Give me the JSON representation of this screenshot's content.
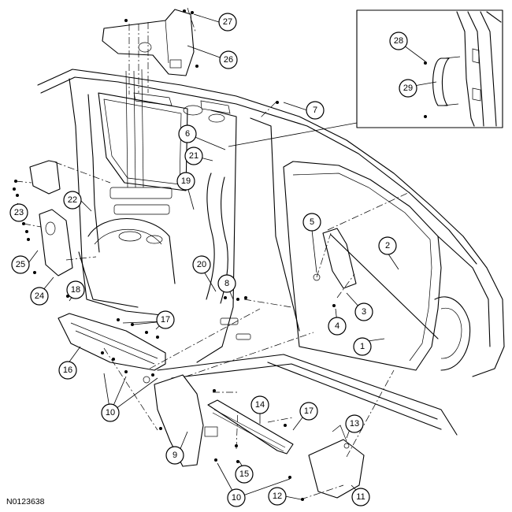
{
  "figure": {
    "id": "N0123638"
  },
  "callouts": [
    {
      "label": "1"
    },
    {
      "label": "2"
    },
    {
      "label": "3"
    },
    {
      "label": "4"
    },
    {
      "label": "5"
    },
    {
      "label": "6"
    },
    {
      "label": "7"
    },
    {
      "label": "8"
    },
    {
      "label": "9"
    },
    {
      "label": "10"
    },
    {
      "label": "10"
    },
    {
      "label": "11"
    },
    {
      "label": "12"
    },
    {
      "label": "13"
    },
    {
      "label": "14"
    },
    {
      "label": "15"
    },
    {
      "label": "16"
    },
    {
      "label": "17"
    },
    {
      "label": "17"
    },
    {
      "label": "18"
    },
    {
      "label": "19"
    },
    {
      "label": "20"
    },
    {
      "label": "21"
    },
    {
      "label": "22"
    },
    {
      "label": "23"
    },
    {
      "label": "24"
    },
    {
      "label": "25"
    },
    {
      "label": "26"
    },
    {
      "label": "27"
    },
    {
      "label": "28"
    },
    {
      "label": "29"
    }
  ]
}
